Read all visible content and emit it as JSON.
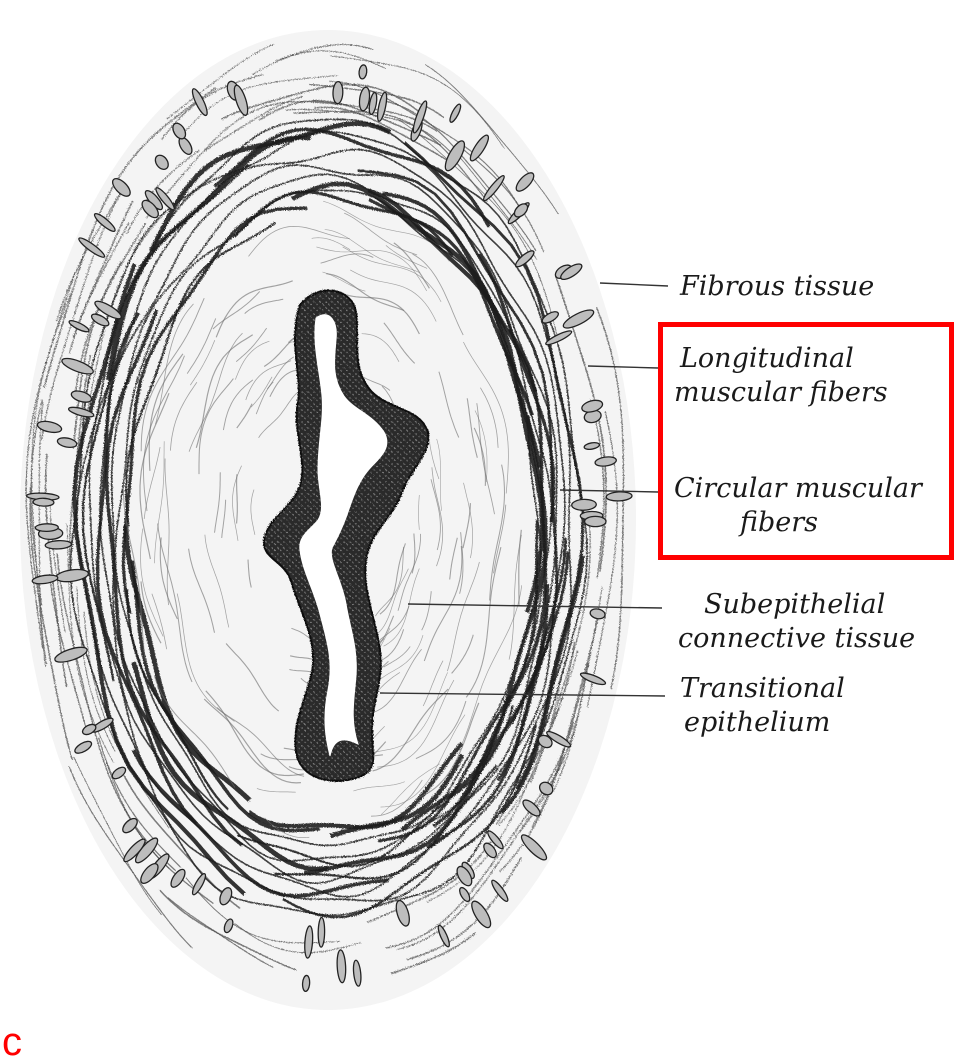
{
  "figure": {
    "labels": {
      "fibrous_tissue": "Fibrous tissue",
      "longitudinal": [
        "Longitudinal",
        "muscular fibers"
      ],
      "circular": [
        "Circular muscular",
        "fibers"
      ],
      "subepithelial": [
        "Subepithelial",
        "connective tissue"
      ],
      "transitional": [
        "Transitional",
        "epithelium"
      ]
    },
    "corner_mark": "c",
    "colors": {
      "ink": "#1a1a1a",
      "highlight": "#ff0000",
      "lumen": "#ffffff"
    }
  }
}
